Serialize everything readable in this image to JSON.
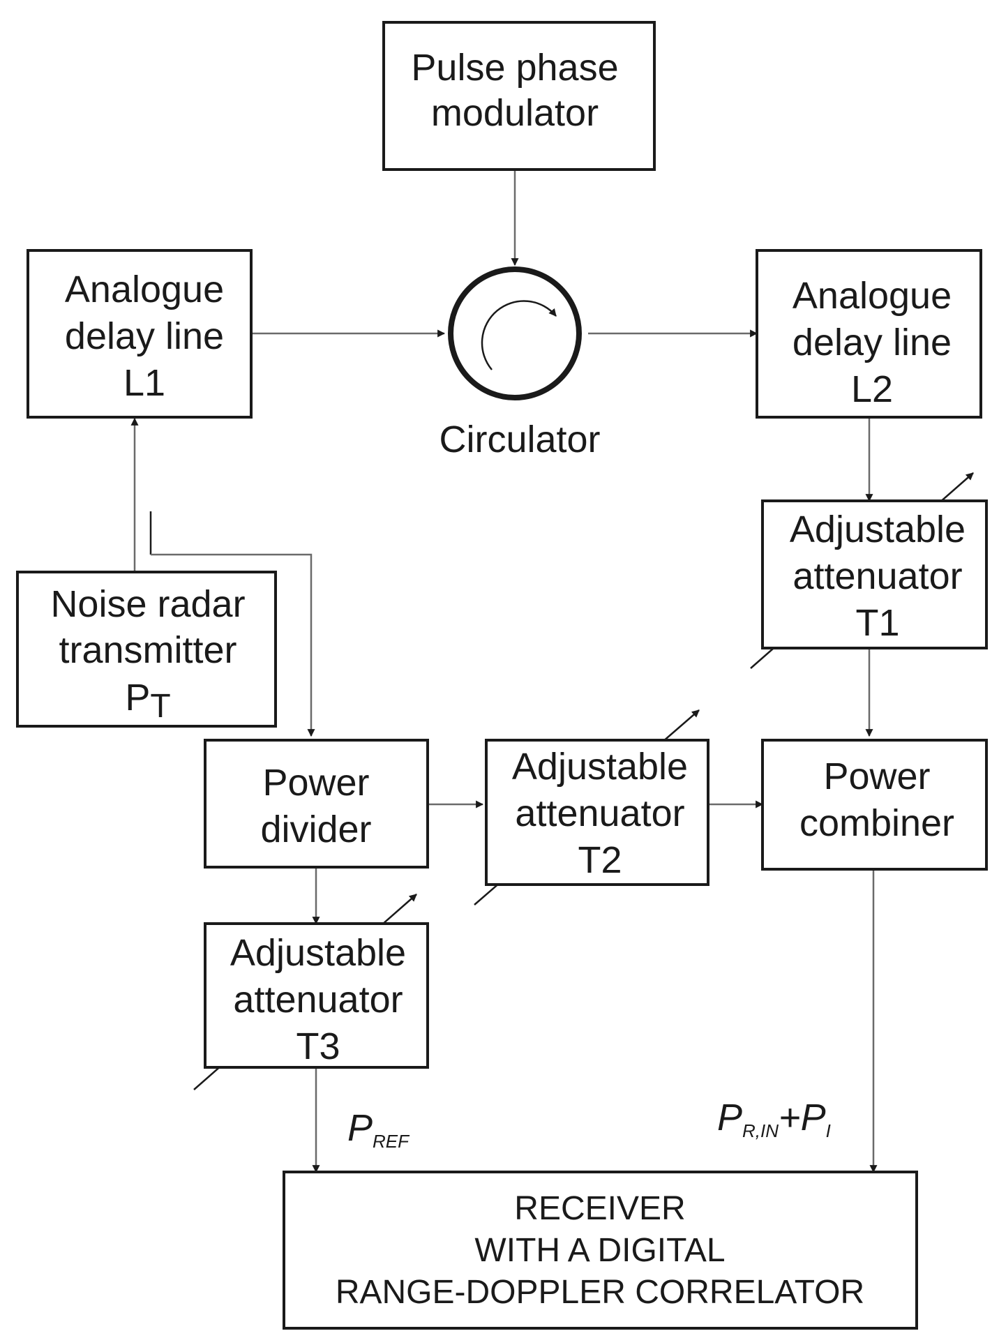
{
  "blocks": {
    "pulse_phase_modulator": [
      "Pulse phase",
      "modulator"
    ],
    "delay_line_l1": [
      "Analogue",
      "delay line",
      "L1"
    ],
    "delay_line_l2": [
      "Analogue",
      "delay line",
      "L2"
    ],
    "circulator": "Circulator",
    "noise_transmitter": [
      "Noise radar",
      "transmitter"
    ],
    "noise_transmitter_symbol": "P",
    "noise_transmitter_subscript": "T",
    "attenuator_t1": [
      "Adjustable",
      "attenuator",
      "T1"
    ],
    "power_divider": [
      "Power",
      "divider"
    ],
    "attenuator_t2": [
      "Adjustable",
      "attenuator",
      "T2"
    ],
    "power_combiner": [
      "Power",
      "combiner"
    ],
    "attenuator_t3": [
      "Adjustable",
      "attenuator",
      "T3"
    ],
    "receiver": [
      "RECEIVER",
      "WITH A DIGITAL",
      "RANGE-DOPPLER CORRELATOR"
    ]
  },
  "signals": {
    "p_ref_symbol": "P",
    "p_ref_subscript": "REF",
    "p_rin_symbol": "P",
    "p_rin_subscript": "R,IN",
    "p_plus": "+",
    "p_i_symbol": "P",
    "p_i_subscript": "I"
  },
  "colors": {
    "stroke": "#1a1a1a",
    "wire": "#6a6a6a",
    "background": "#ffffff"
  }
}
